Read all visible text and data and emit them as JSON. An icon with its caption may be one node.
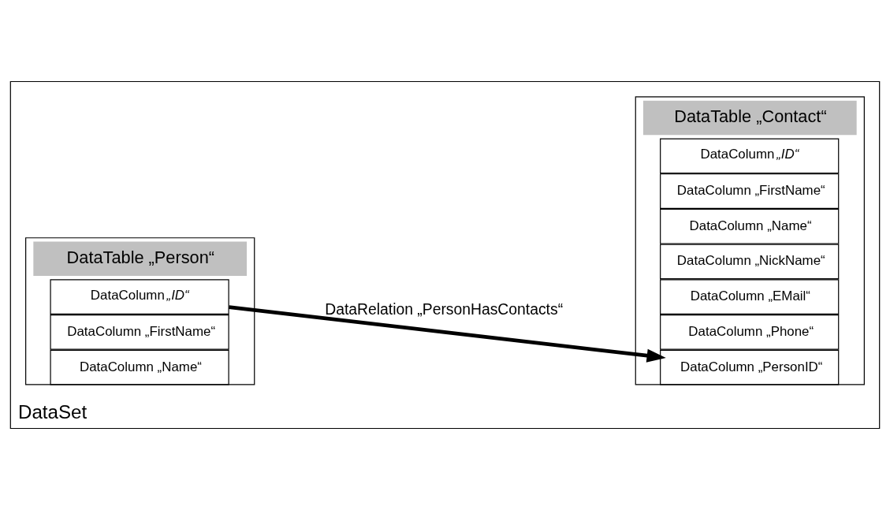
{
  "diagram": {
    "nodes": [
      {
        "text": [
          "DataSet"
        ]
      },
      {
        "text": [
          "DataTable „Person“"
        ],
        "in": 0
      },
      {
        "text": [
          "DataColumn *„ID“*"
        ],
        "in": 1
      },
      {
        "text": [
          "DataColumn „FirstName“"
        ],
        "in": 1
      },
      {
        "text": [
          "DataColumn „Name“"
        ],
        "in": 1
      },
      {
        "text": [
          "DataTable „Contact“"
        ],
        "in": 0
      },
      {
        "text": [
          "DataColumn *„ID“*"
        ],
        "in": 5
      },
      {
        "text": [
          "DataColumn „FirstName“"
        ],
        "in": 5
      },
      {
        "text": [
          "DataColumn „Name“"
        ],
        "in": 5
      },
      {
        "text": [
          "DataColumn „NickName“"
        ],
        "in": 5
      },
      {
        "text": [
          "DataColumn „EMail“"
        ],
        "in": 5
      },
      {
        "text": [
          "DataColumn „Phone“"
        ],
        "in": 5
      },
      {
        "text": [
          "DataColumn „PersonID“"
        ],
        "in": 5
      }
    ],
    "edges": [
      {
        "from": 2,
        "to": 12,
        "arrow": "to",
        "label": "DataRelation „PersonHasContacts“"
      }
    ]
  }
}
